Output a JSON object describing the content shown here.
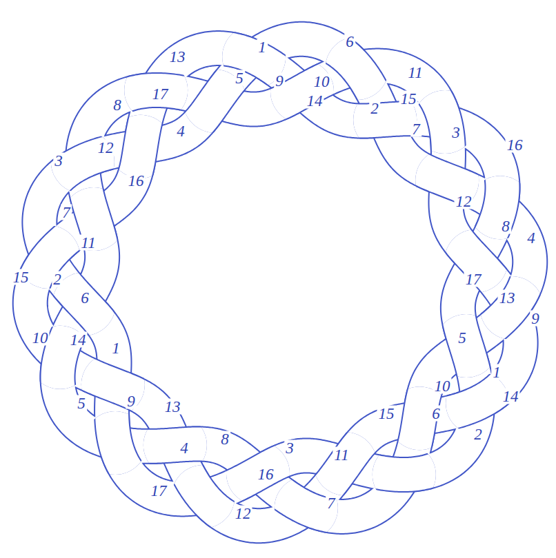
{
  "diagram": {
    "labels": [
      "1",
      "6",
      "13",
      "5",
      "10",
      "11",
      "8",
      "17",
      "9",
      "14",
      "15",
      "2",
      "7",
      "3",
      "16",
      "12",
      "4",
      "3",
      "16",
      "7",
      "12",
      "8",
      "4",
      "11",
      "15",
      "2",
      "6",
      "17",
      "13",
      "9",
      "10",
      "14",
      "1",
      "5",
      "1",
      "14",
      "10",
      "5",
      "9",
      "13",
      "8",
      "3",
      "15",
      "6",
      "2",
      "4",
      "16",
      "11",
      "17",
      "12",
      "7"
    ]
  }
}
